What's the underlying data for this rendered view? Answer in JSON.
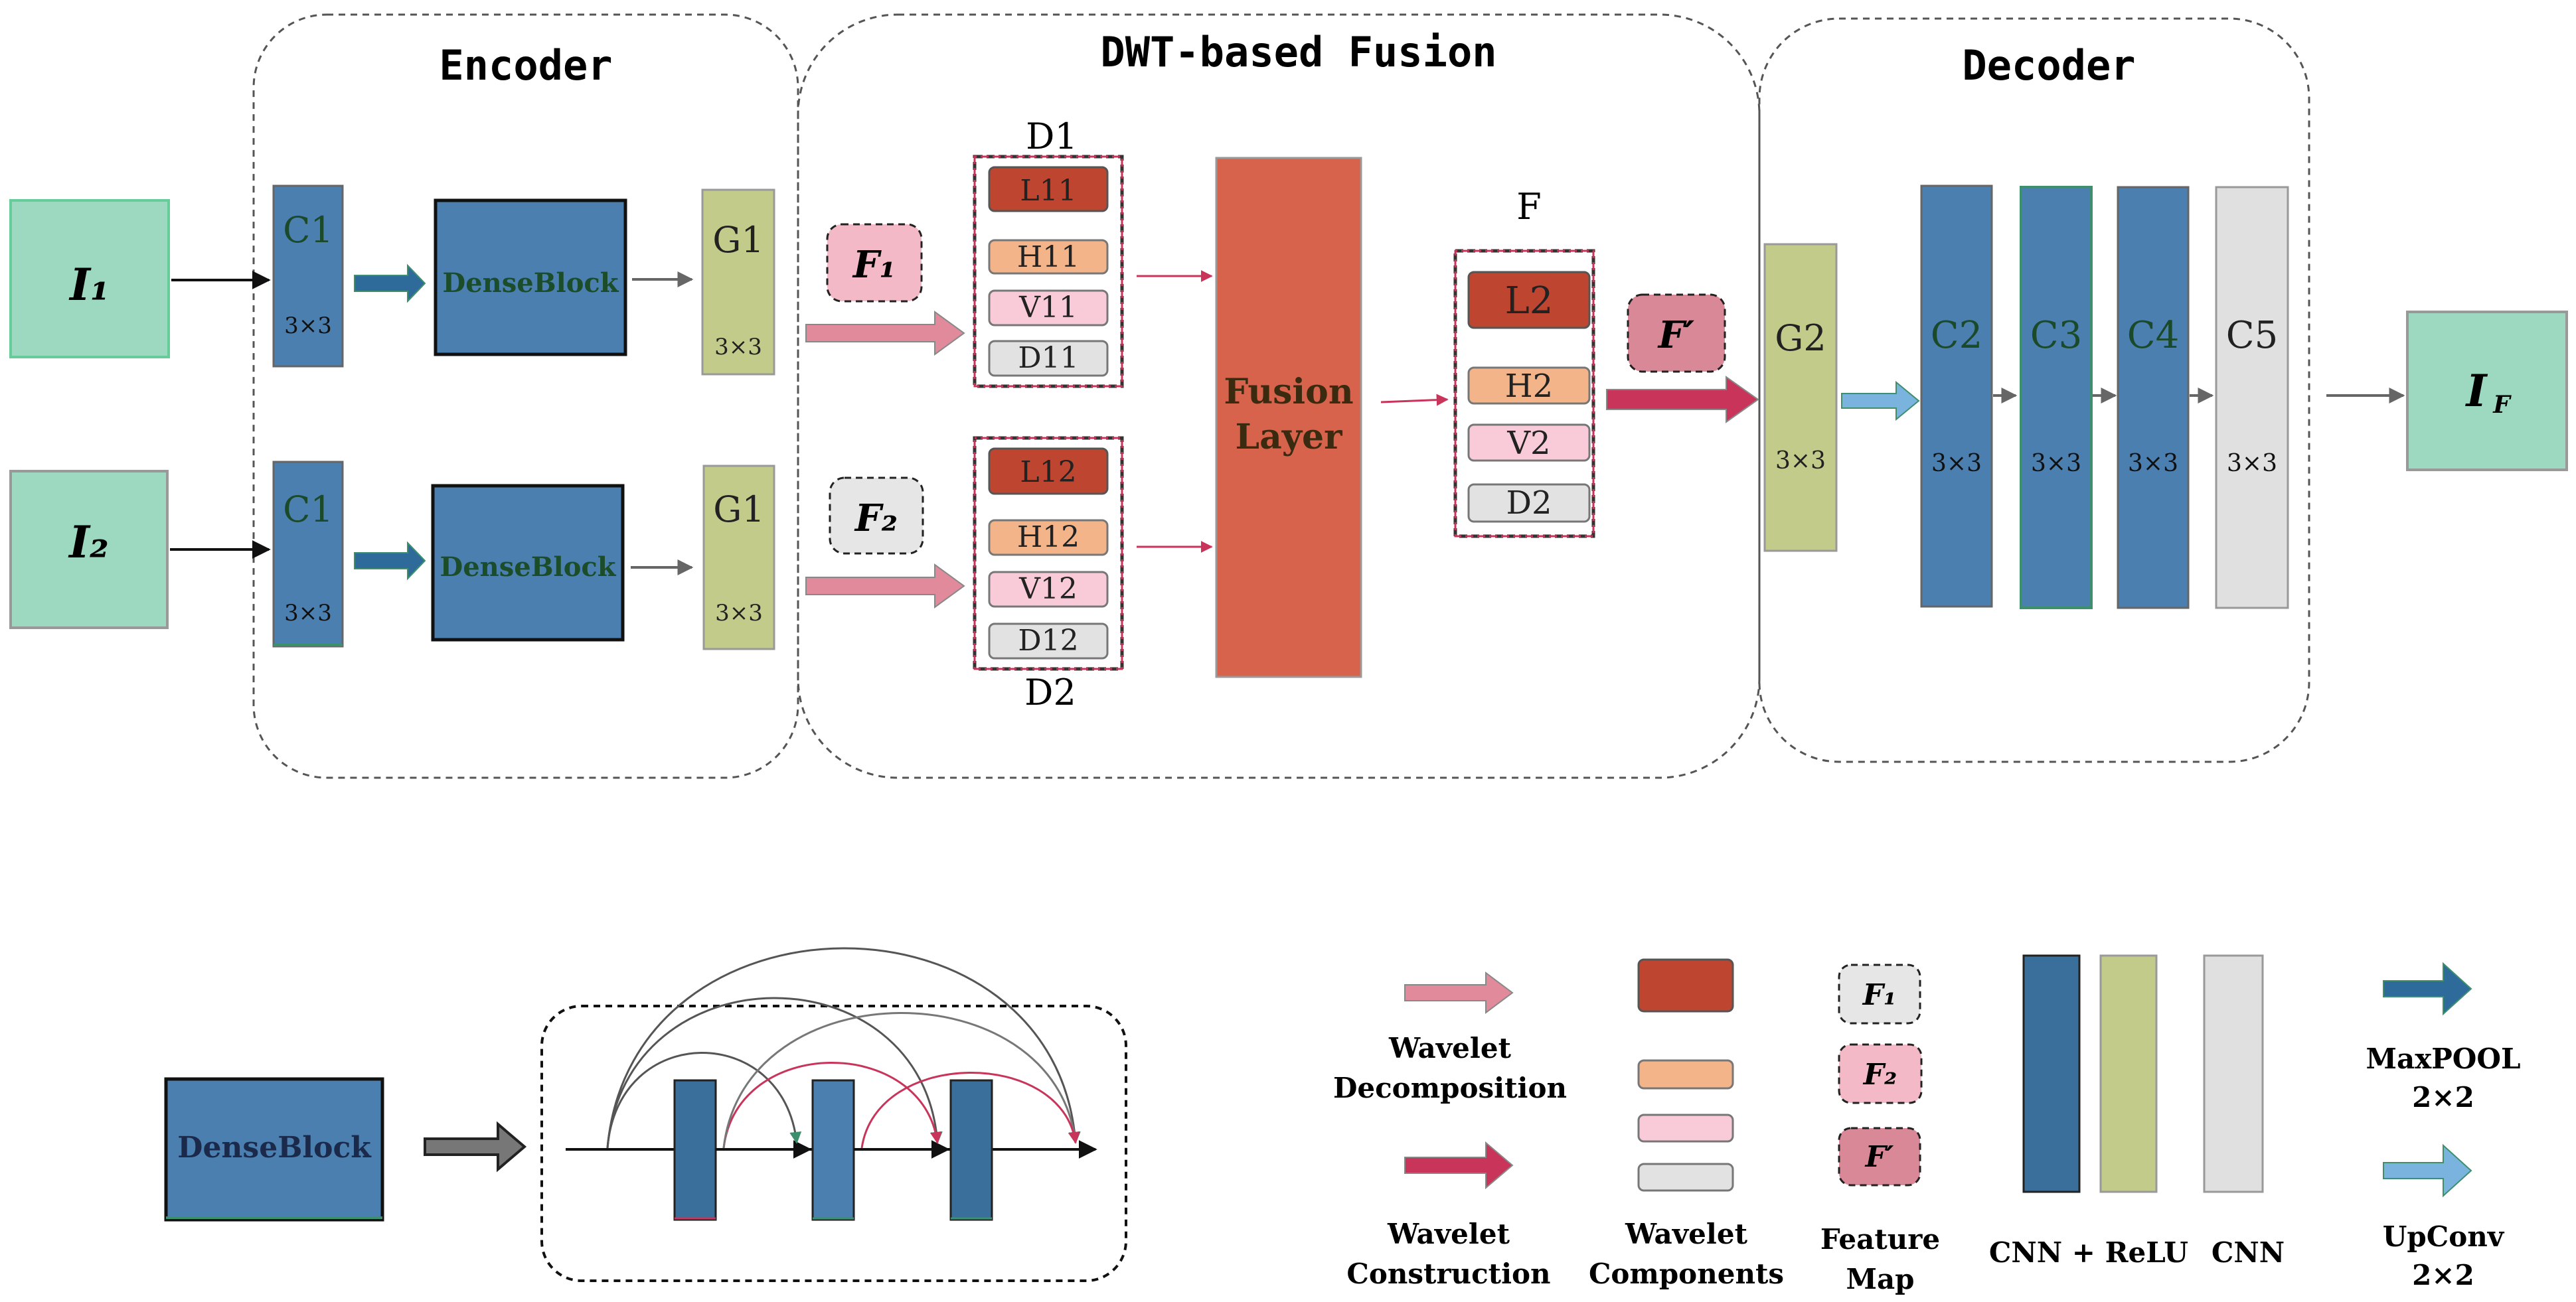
{
  "colors": {
    "input_box": "#9dd8c0",
    "conv_blue": "#4a7fb0",
    "conv_dark_blue": "#3a6f9b",
    "g_green": "#c3cb8a",
    "fusion_layer": "#d8634c",
    "low_band": "#be4630",
    "h_band": "#f3b489",
    "v_band": "#f9cbd9",
    "d_band": "#e2e2e2",
    "cnn_gray": "#e0e0e0",
    "f1_fill": "#f3b9c6",
    "f2_fill": "#e6e6e6",
    "fprime_fill": "#d98898",
    "decomp_arrow": "#e08a9c",
    "construct_arrow": "#c9345a",
    "maxpool_arrow": "#2e6a9a",
    "upconv_arrow": "#7ab4de"
  },
  "sections": {
    "encoder": "Encoder",
    "fusion": "DWT-based Fusion",
    "decoder": "Decoder"
  },
  "inputs": {
    "i1": "I₁",
    "i2": "I₂",
    "output": "I",
    "output_sub": "F"
  },
  "encoder": {
    "c1": "C1",
    "kernel": "3×3",
    "dense": "DenseBlock",
    "g1": "G1"
  },
  "features": {
    "f1": "F₁",
    "f2": "F₂",
    "fprime": "F′"
  },
  "wavelet": {
    "d1_label": "D1",
    "d2_label": "D2",
    "f_label": "F",
    "d1_bands": [
      "L11",
      "H11",
      "V11",
      "D11"
    ],
    "d2_bands": [
      "L12",
      "H12",
      "V12",
      "D12"
    ],
    "f_bands": [
      "L2",
      "H2",
      "V2",
      "D2"
    ]
  },
  "fusion_layer": [
    "Fusion",
    "Layer"
  ],
  "decoder": {
    "g2": "G2",
    "c2": "C2",
    "c3": "C3",
    "c4": "C4",
    "c5": "C5",
    "kernel": "3×3"
  },
  "legend": {
    "dense_block": "DenseBlock",
    "wavelet_decomposition": [
      "Wavelet",
      "Decomposition"
    ],
    "wavelet_construction": [
      "Wavelet",
      "Construction"
    ],
    "wavelet_components": [
      "Wavelet",
      "Components"
    ],
    "legend_f1": "F₁",
    "legend_f2": "F₂",
    "legend_fprime": "F′",
    "feature_map": [
      "Feature",
      "Map"
    ],
    "cnn_relu": "CNN + ReLU",
    "cnn": "CNN",
    "maxpool": [
      "MaxPOOL",
      "2×2"
    ],
    "upconv": [
      "UpConv",
      "2×2"
    ]
  }
}
